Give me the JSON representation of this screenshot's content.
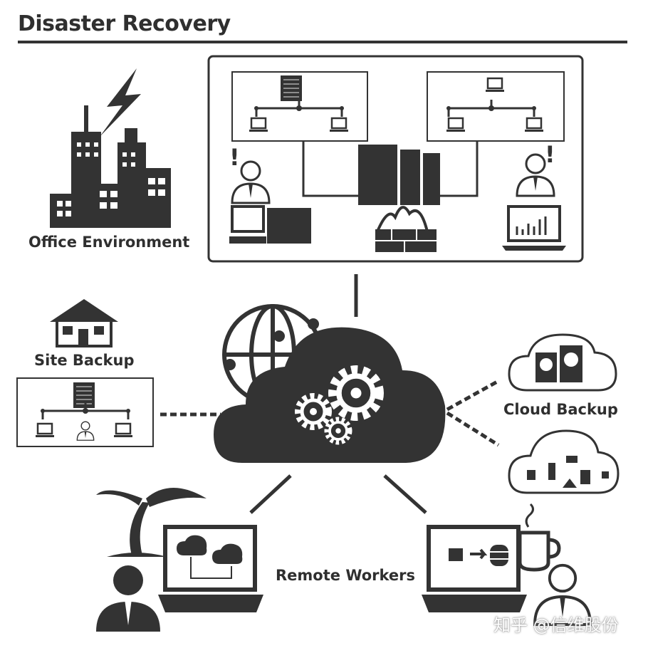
{
  "title": "Disaster Recovery",
  "labels": {
    "office": "Office Environment",
    "site_backup": "Site Backup",
    "cloud_backup": "Cloud Backup",
    "remote_workers": "Remote Workers"
  },
  "watermark": "知乎 @信维股份",
  "colors": {
    "ink": "#2f2f2f",
    "background": "#ffffff"
  },
  "icons": [
    "city-buildings-icon",
    "lightning-icon",
    "server-icon",
    "user-icon",
    "computer-icon",
    "firewall-icon",
    "laptop-chart-icon",
    "house-icon",
    "globe-icon",
    "cloud-gears-icon",
    "hard-drive-icon",
    "palm-tree-icon",
    "coffee-cup-icon",
    "database-icon"
  ]
}
